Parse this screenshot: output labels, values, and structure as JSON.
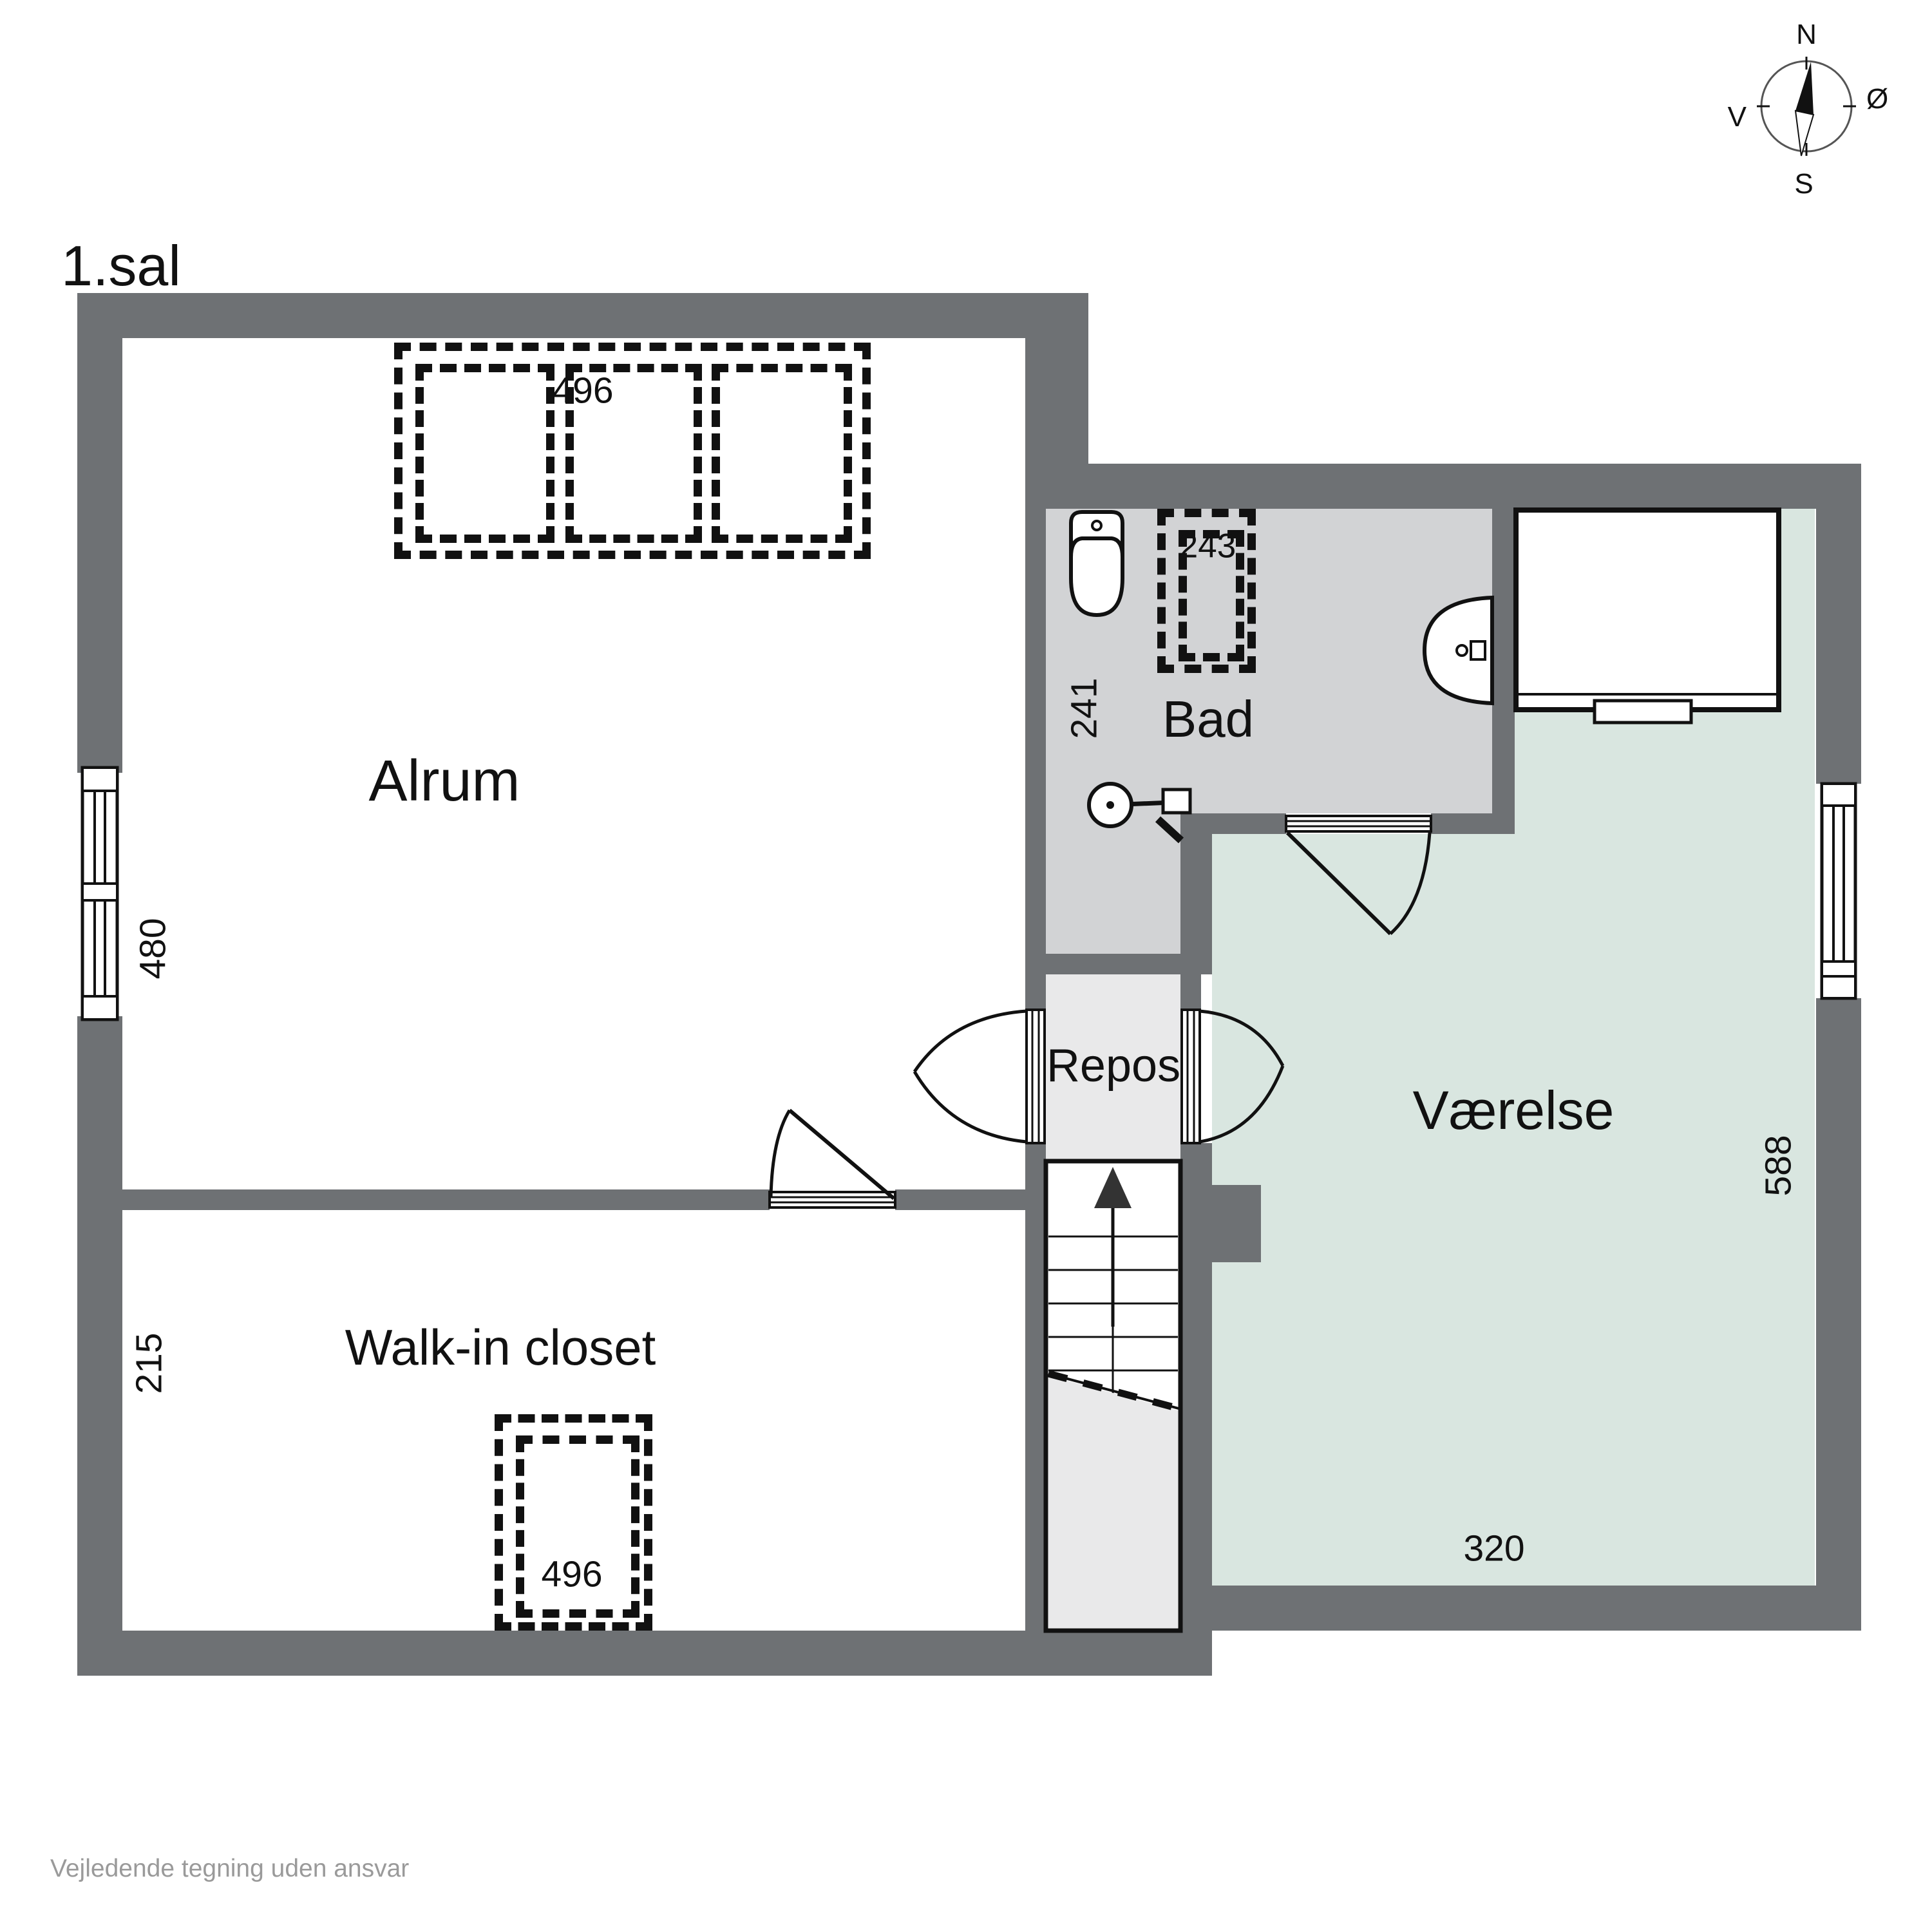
{
  "title": "1.sal",
  "footer": "Vejledende tegning uden ansvar",
  "compass": {
    "north": "N",
    "east": "Ø",
    "south": "S",
    "west": "V"
  },
  "rooms": {
    "alrum": "Alrum",
    "bad": "Bad",
    "repos": "Repos",
    "vaerelse": "Værelse",
    "walk_in_closet": "Walk-in closet"
  },
  "dimensions": {
    "alrum_wardrobe_width": "496",
    "bad_shower_width": "243",
    "bad_depth": "241",
    "alrum_window_height": "480",
    "closet_depth": "215",
    "closet_wardrobe_width": "496",
    "vaerelse_depth": "588",
    "vaerelse_width": "320"
  },
  "colors": {
    "wall": "#6e7174",
    "bad_floor": "#d2d3d5",
    "repos_floor": "#e9e9ea",
    "vaerelse_floor": "#d9e6e0",
    "line": "#111111",
    "footer_text": "#9a9a9a"
  }
}
